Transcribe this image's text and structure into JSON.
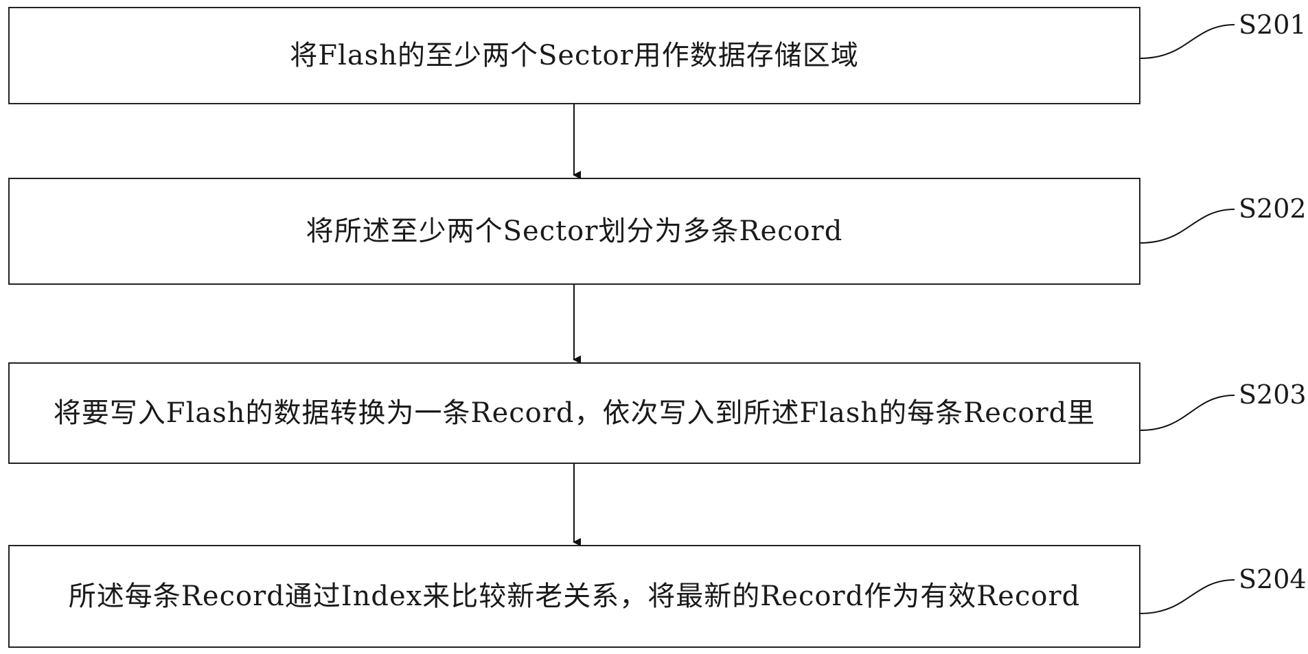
{
  "steps": [
    {
      "id": "S201",
      "text": "将Flash的至少两个Sector用作数据存储区域"
    },
    {
      "id": "S202",
      "text": "将所述至少两个Sector划分为多条Record"
    },
    {
      "id": "S203",
      "text": "将要写入Flash的数据转换为一条Record，依次写入到所述Flash的每条Record里"
    },
    {
      "id": "S204",
      "text": "所述每条Record通过Index来比较新老关系，将最新的Record作为有效Record"
    }
  ]
}
